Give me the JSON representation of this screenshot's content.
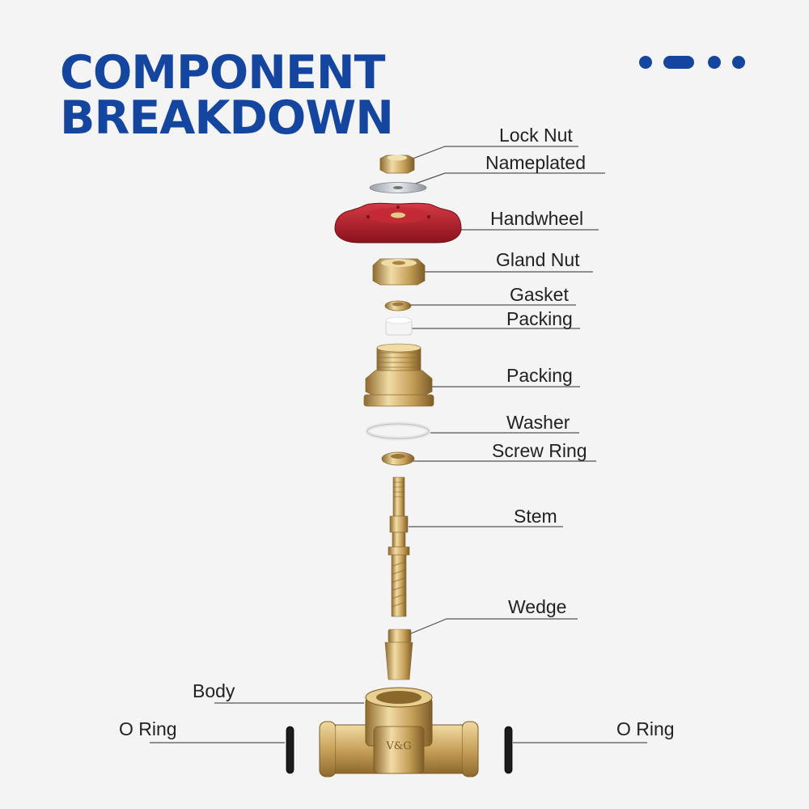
{
  "header": {
    "title_line1": "COMPONENT",
    "title_line2": "BREAKDOWN"
  },
  "colors": {
    "title": "#1446a0",
    "brass": "#d2b06a",
    "handwheel": "#b5202c",
    "leader_line": "#555555"
  },
  "parts": {
    "lock_nut": "Lock Nut",
    "nameplated": "Nameplated",
    "handwheel": "Handwheel",
    "gland_nut": "Gland Nut",
    "gasket": "Gasket",
    "packing_1": "Packing",
    "packing_2": "Packing",
    "washer": "Washer",
    "screw_ring": "Screw Ring",
    "stem": "Stem",
    "wedge": "Wedge",
    "body": "Body",
    "o_ring_left": "O Ring",
    "o_ring_right": "O Ring",
    "body_mark": "V&G"
  }
}
